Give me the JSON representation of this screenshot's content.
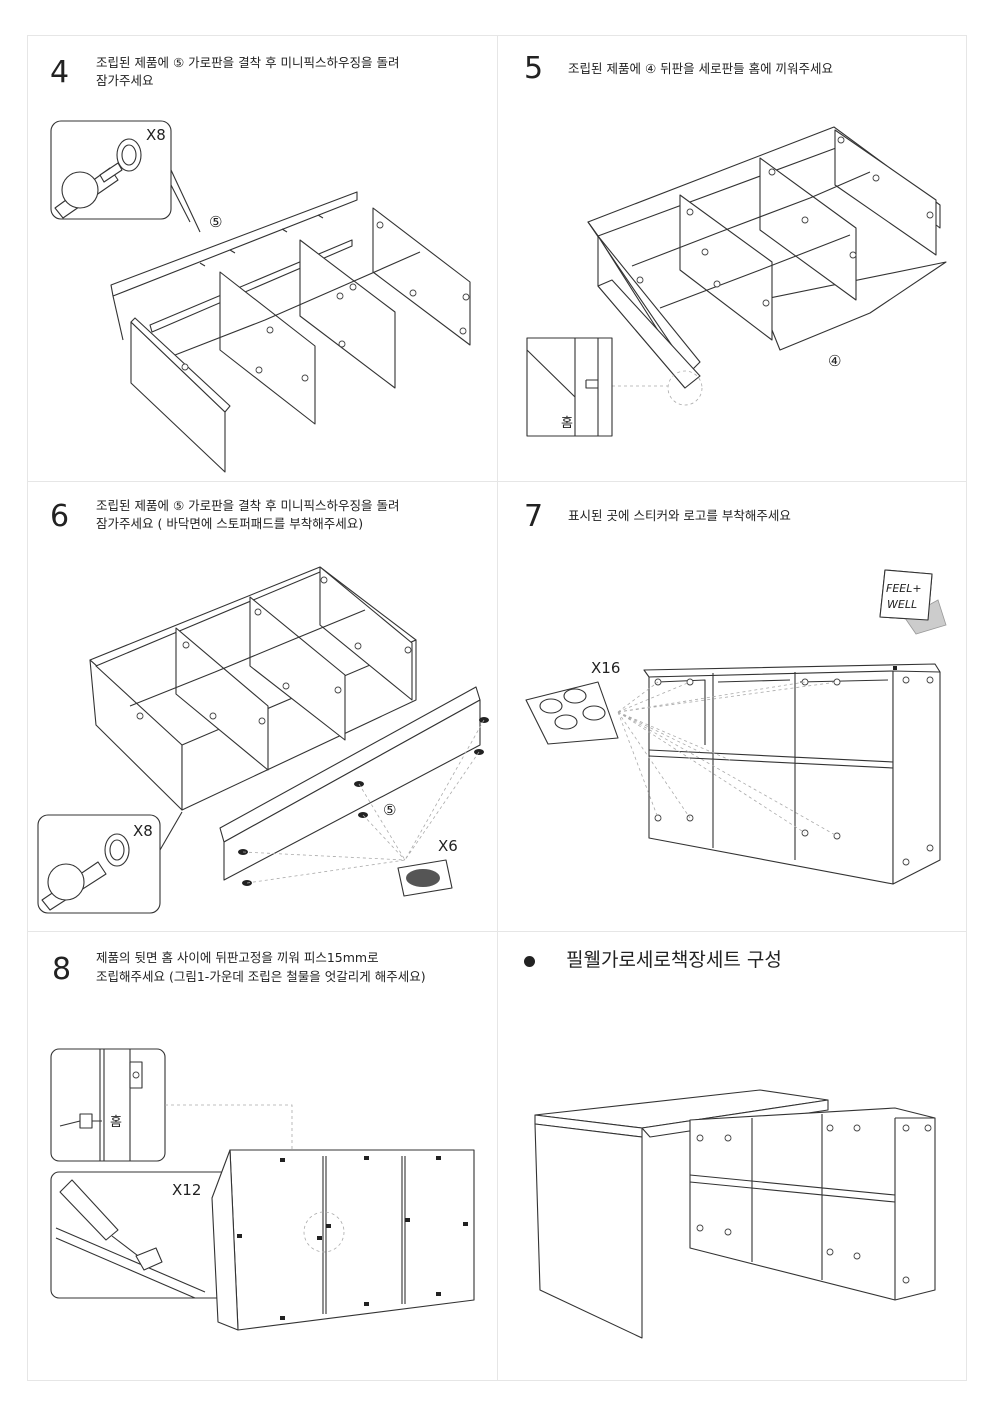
{
  "steps": {
    "s4": {
      "number": "4",
      "line1": "조립된 제품에 ⑤ 가로판을 결착 후 미니픽스하우징을 돌려",
      "line2": "잠가주세요",
      "qty": "X8",
      "part": "⑤"
    },
    "s5": {
      "number": "5",
      "line1": "조립된 제품에 ④ 뒤판을 세로판들 홈에 끼워주세요",
      "detail": "홈",
      "part": "④"
    },
    "s6": {
      "number": "6",
      "line1": "조립된 제품에 ⑤ 가로판을 결착 후 미니픽스하우징을 돌려",
      "line2": "잠가주세요 ( 바닥면에 스토퍼패드를 부착해주세요)",
      "qty": "X8",
      "part": "⑤",
      "pad_qty": "X6"
    },
    "s7": {
      "number": "7",
      "line1": "표시된 곳에 스티커와 로고를 부착해주세요",
      "qty": "X16",
      "logo_line1": "FEEL+",
      "logo_line2": "WELL"
    },
    "s8": {
      "number": "8",
      "line1": "제품의 뒷면 홈 사이에 뒤판고정을 끼워 피스15mm로",
      "line2": "조립해주세요 (그림1-가운데 조립은 철물을 엇갈리게 해주세요)",
      "detail": "홈",
      "qty": "X12"
    }
  },
  "set": {
    "title": "필웰가로세로책장세트 구성"
  }
}
